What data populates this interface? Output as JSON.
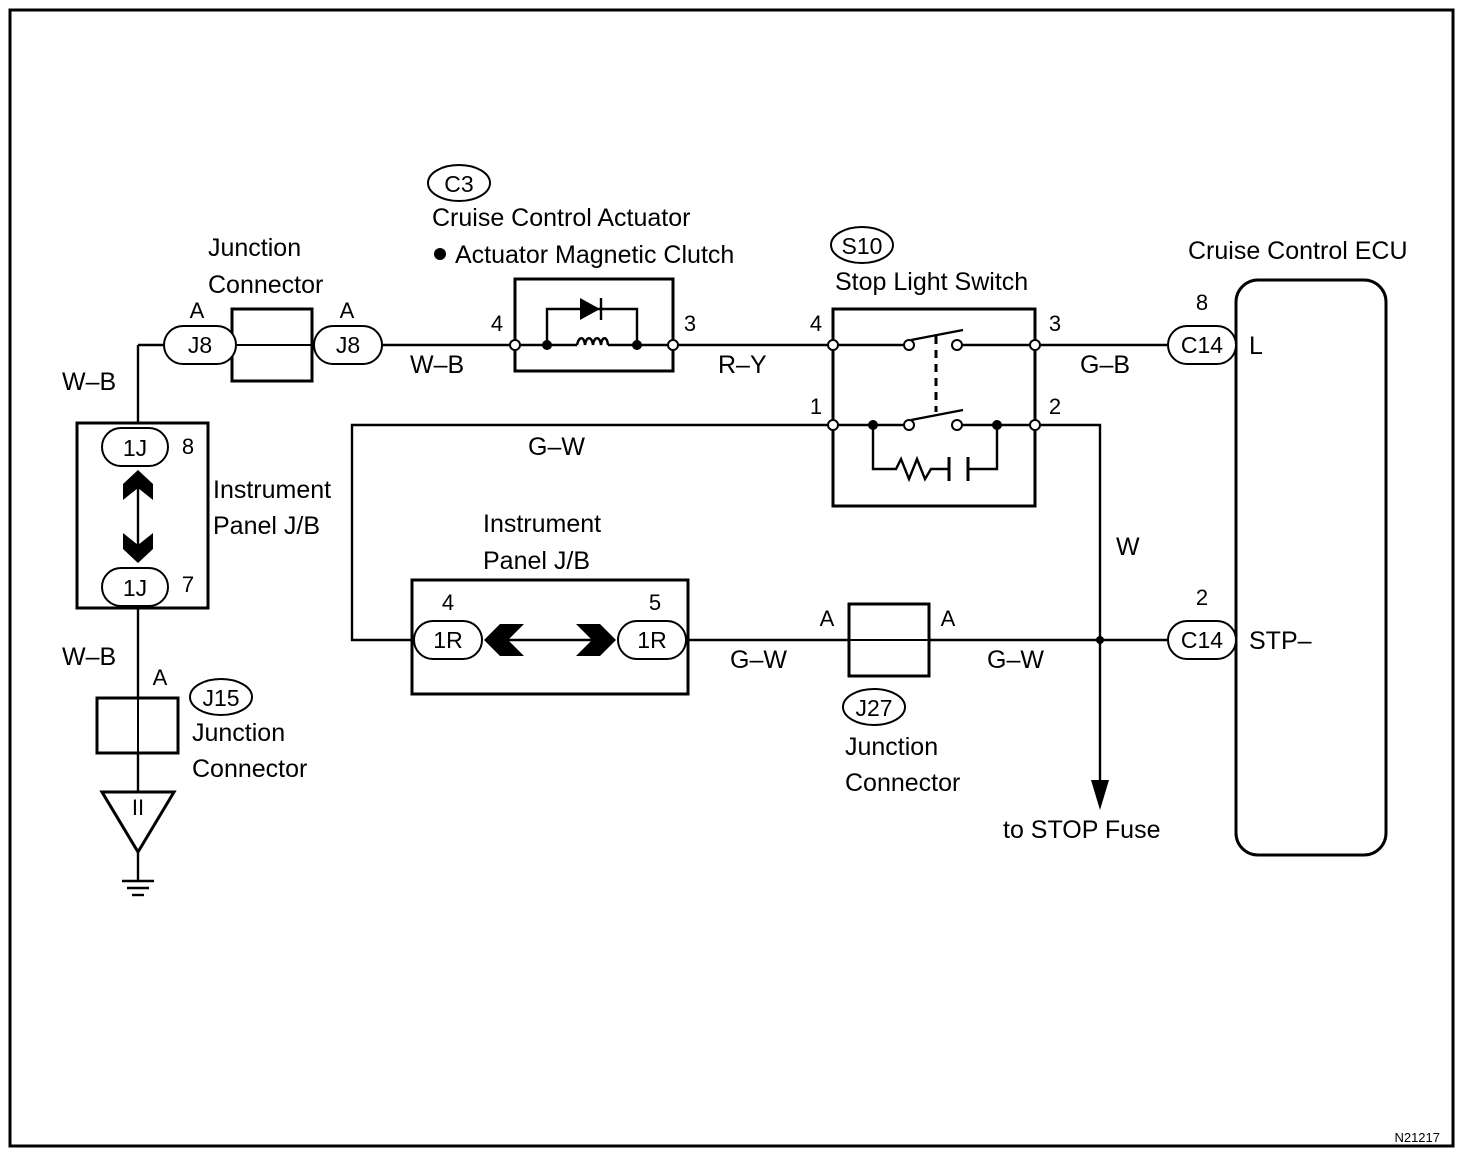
{
  "components": {
    "c3": {
      "code": "C3",
      "title": "Cruise Control Actuator",
      "subtitle": "Actuator Magnetic Clutch",
      "pin_in": "4",
      "pin_out": "3"
    },
    "s10": {
      "code": "S10",
      "title": "Stop Light Switch",
      "pin_4": "4",
      "pin_3": "3",
      "pin_1": "1",
      "pin_2": "2"
    },
    "ecu": {
      "title": "Cruise Control ECU",
      "pin_l_num": "8",
      "pin_l_conn": "C14",
      "pin_l_label": "L",
      "pin_stp_num": "2",
      "pin_stp_conn": "C14",
      "pin_stp_label": "STP–"
    },
    "j8": {
      "label_line1": "Junction",
      "label_line2": "Connector",
      "conn_left": "J8",
      "conn_right": "J8",
      "side_left": "A",
      "side_right": "A"
    },
    "jb1": {
      "label_line1": "Instrument",
      "label_line2": "Panel J/B",
      "conn_top": "1J",
      "pin_top": "8",
      "conn_bottom": "1J",
      "pin_bottom": "7"
    },
    "jb2": {
      "label_line1": "Instrument",
      "label_line2": "Panel J/B",
      "conn_left": "1R",
      "pin_left": "4",
      "conn_right": "1R",
      "pin_right": "5"
    },
    "j15": {
      "code": "J15",
      "label_line1": "Junction",
      "label_line2": "Connector",
      "side": "A",
      "ground_mark": "II"
    },
    "j27": {
      "code": "J27",
      "label_line1": "Junction",
      "label_line2": "Connector",
      "side_left": "A",
      "side_right": "A"
    }
  },
  "wires": {
    "wb_top": "W–B",
    "wb_mid": "W–B",
    "wb_bottom": "W–B",
    "ry": "R–Y",
    "gb": "G–B",
    "gw_top": "G–W",
    "gw_mid": "G–W",
    "gw_right": "G–W",
    "w": "W"
  },
  "destination": "to STOP Fuse",
  "figure_code": "N21217"
}
